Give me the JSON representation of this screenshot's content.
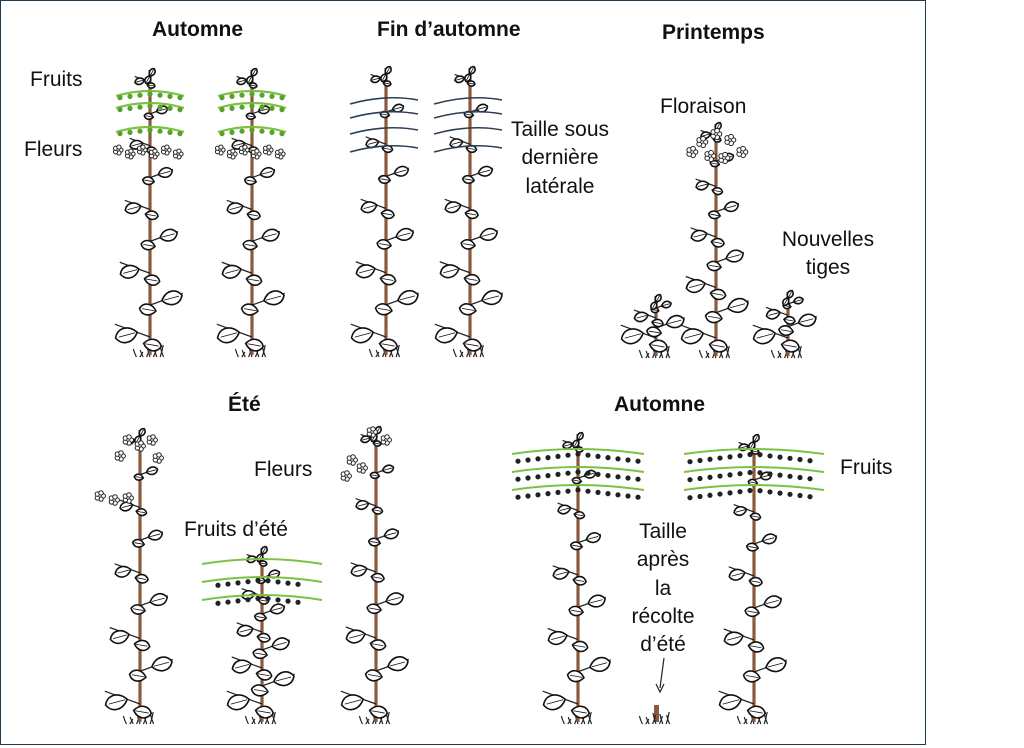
{
  "panels": {
    "autumn1": {
      "title": "Automne",
      "fruits": "Fruits",
      "flowers": "Fleurs"
    },
    "late_autumn": {
      "title": "Fin d’automne",
      "cut": [
        "Taille sous",
        "dernière",
        "latérale"
      ]
    },
    "spring": {
      "title": "Printemps",
      "flowering": "Floraison",
      "new_stems": [
        "Nouvelles",
        "tiges"
      ]
    },
    "summer": {
      "title": "Été",
      "flowers": "Fleurs",
      "summer_fruits": "Fruits d’été"
    },
    "autumn2": {
      "title": "Automne",
      "fruits": "Fruits",
      "pruning": [
        "Taille",
        "après",
        "la",
        "récolte",
        "d’été"
      ]
    }
  },
  "colors": {
    "border": "#1f3a4d",
    "stem": "#8b5a3c",
    "fruit_branch": "#7cc242",
    "cut_line": "#2c3e50",
    "leaf_outline": "#111111"
  }
}
